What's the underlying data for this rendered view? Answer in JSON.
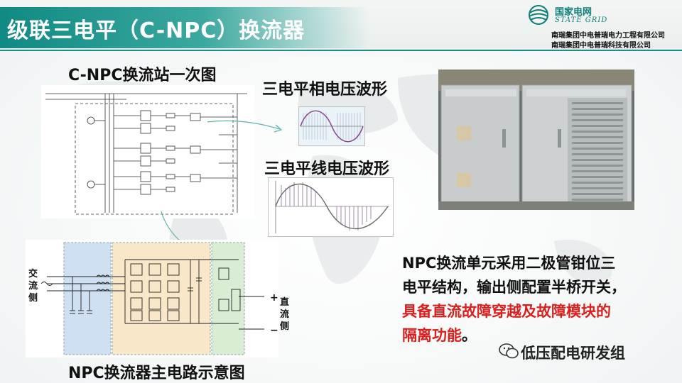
{
  "header": {
    "title": "级联三电平（C-NPC）换流器",
    "brand_cn": "国家电网",
    "brand_en": "STATE GRID",
    "company_1": "南瑞集团中电普瑞电力工程有限公司",
    "company_2": "南瑞集团中电普瑞科技有限公司"
  },
  "labels": {
    "station_diagram": "C-NPC换流站一次图",
    "phase_waveform": "三电平相电压波形",
    "line_waveform": "三电平线电压波形",
    "main_circuit": "NPC换流器主电路示意图"
  },
  "circuit": {
    "ac_side": "交流侧",
    "dc_side": "直流侧",
    "plus": "+",
    "minus": "−"
  },
  "description": {
    "line1": "NPC换流单元采用二极管钳位三",
    "line2": "电平结构，输出侧配置半桥开关，",
    "line3_red": "具备直流故障穿越及故障模块的",
    "line4_red": "隔离功能",
    "line4_end": "。"
  },
  "watermark": "低压配电研发组",
  "colors": {
    "teal": "#0f8a83",
    "red": "#d8201f",
    "wave": "#8e4a8e"
  }
}
